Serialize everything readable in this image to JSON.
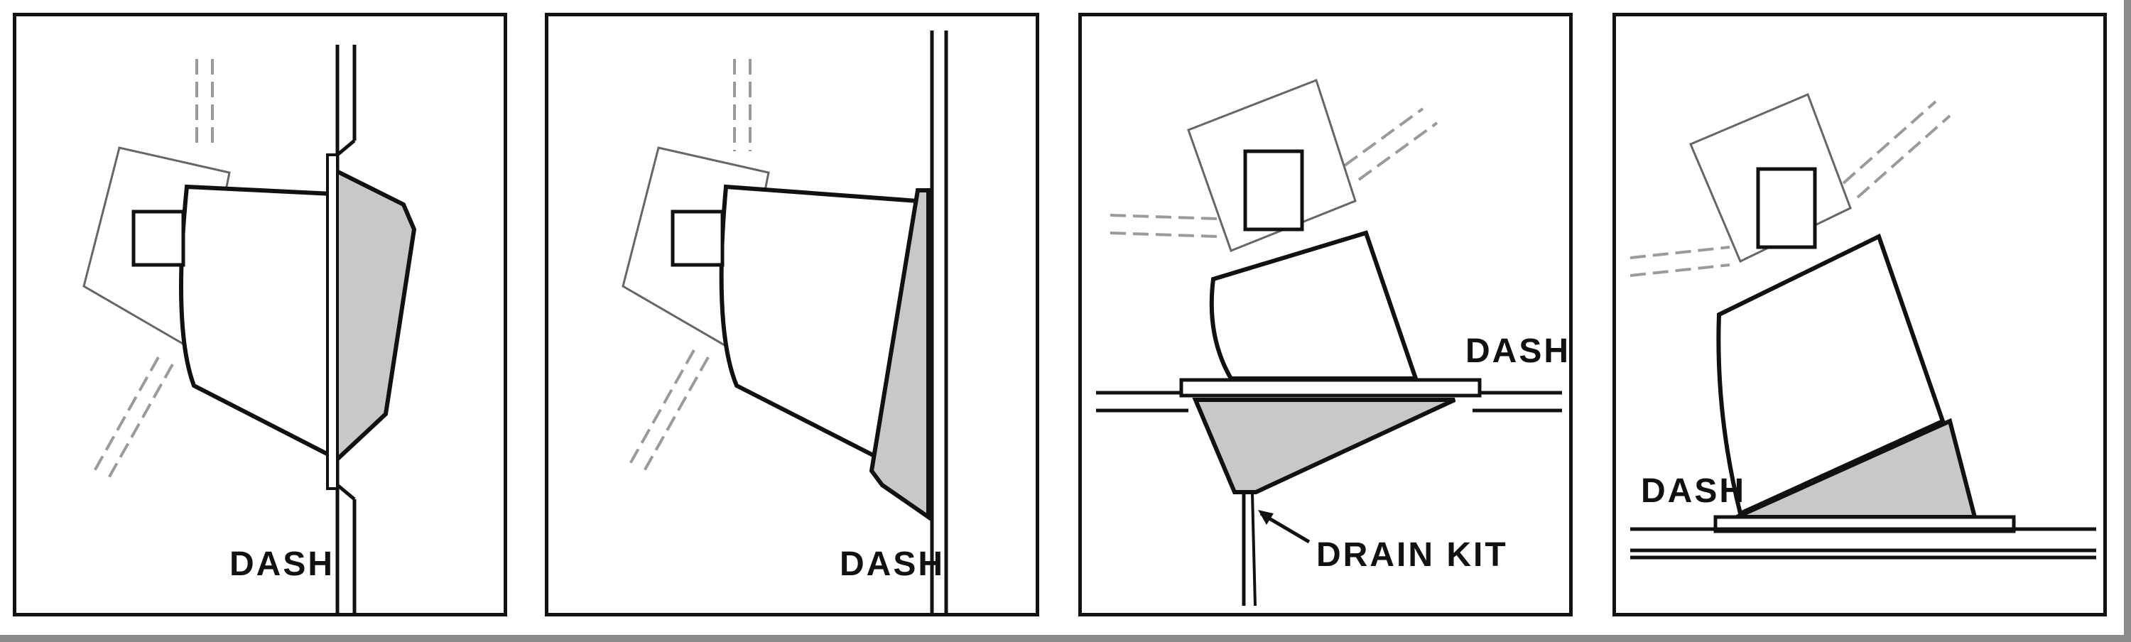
{
  "panels": [
    {
      "dash_label": "DASH"
    },
    {
      "dash_label": "DASH"
    },
    {
      "dash_label": "DASH",
      "drain_label": "DRAIN KIT"
    },
    {
      "dash_label": "DASH"
    }
  ],
  "colors": {
    "stroke": "#111111",
    "shade": "#c8c8c8",
    "ghost": "#9a9a9a",
    "border": "#8a8a8a"
  }
}
